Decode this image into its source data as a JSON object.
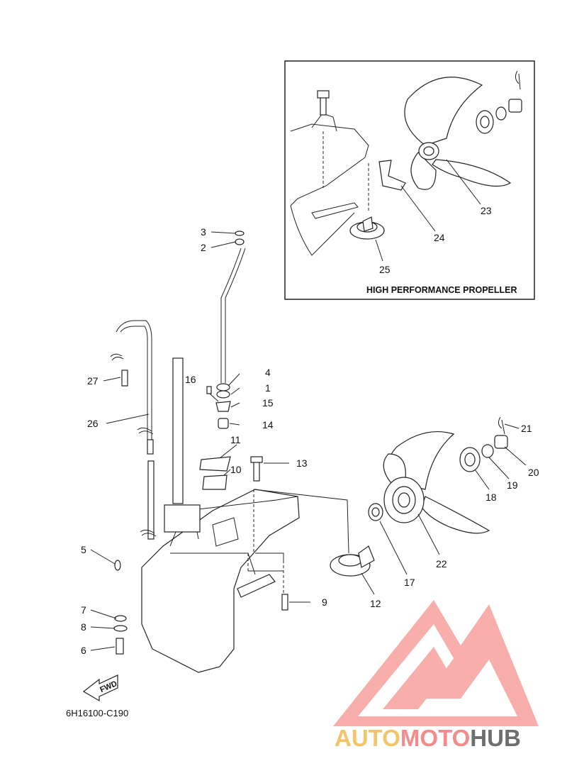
{
  "callouts": {
    "c1": "1",
    "c2": "2",
    "c3": "3",
    "c4": "4",
    "c5": "5",
    "c6": "6",
    "c7": "7",
    "c8": "8",
    "c9": "9",
    "c10": "10",
    "c11": "11",
    "c12": "12",
    "c13": "13",
    "c14": "14",
    "c15": "15",
    "c16": "16",
    "c17": "17",
    "c18": "18",
    "c19": "19",
    "c20": "20",
    "c21": "21",
    "c22": "22",
    "c23": "23",
    "c24": "24",
    "c25": "25",
    "c26": "26",
    "c27": "27"
  },
  "inset": {
    "title": "HIGH PERFORMANCE PROPELLER"
  },
  "fwd_label": "FWD",
  "diagram_code": "6H16100-C190",
  "watermark": {
    "part1": "AUTO",
    "part2": "MOTO",
    "part3": "HUB",
    "color_auto": "#f4c46a",
    "color_moto": "#f38b8b",
    "color_hub": "#6e6e6e",
    "logo_color": "#f7a09c"
  }
}
